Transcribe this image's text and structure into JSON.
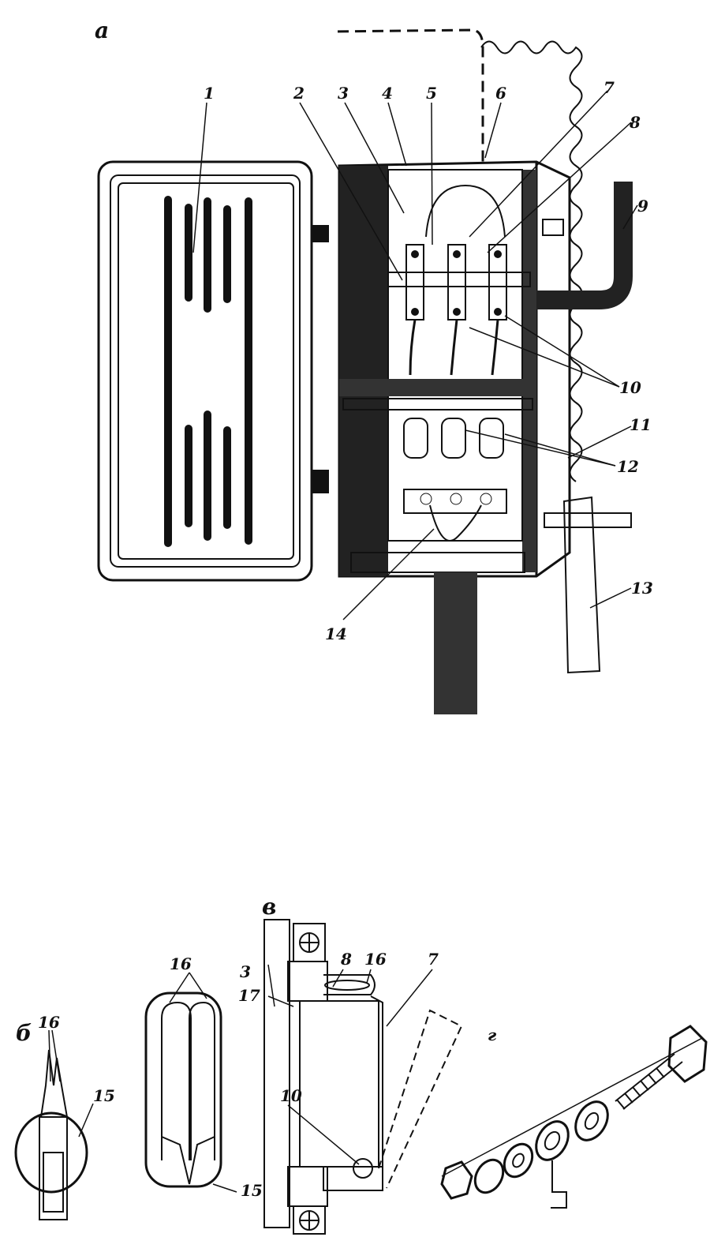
{
  "panel_letters": {
    "a": "а",
    "b": "б",
    "v": "в",
    "g": "г"
  },
  "labels_a": {
    "l1": "1",
    "l2": "2",
    "l3": "3",
    "l4": "4",
    "l5": "5",
    "l6": "6",
    "l7": "7",
    "l8": "8",
    "l9": "9",
    "l10": "10",
    "l11": "11",
    "l12": "12",
    "l13": "13",
    "l14": "14"
  },
  "labels_b": {
    "l16a": "16",
    "l15a": "15",
    "l16b": "16",
    "l15b": "15"
  },
  "labels_v": {
    "l3": "3",
    "l8": "8",
    "l16": "16",
    "l7": "7",
    "l17": "17",
    "l10": "10"
  }
}
